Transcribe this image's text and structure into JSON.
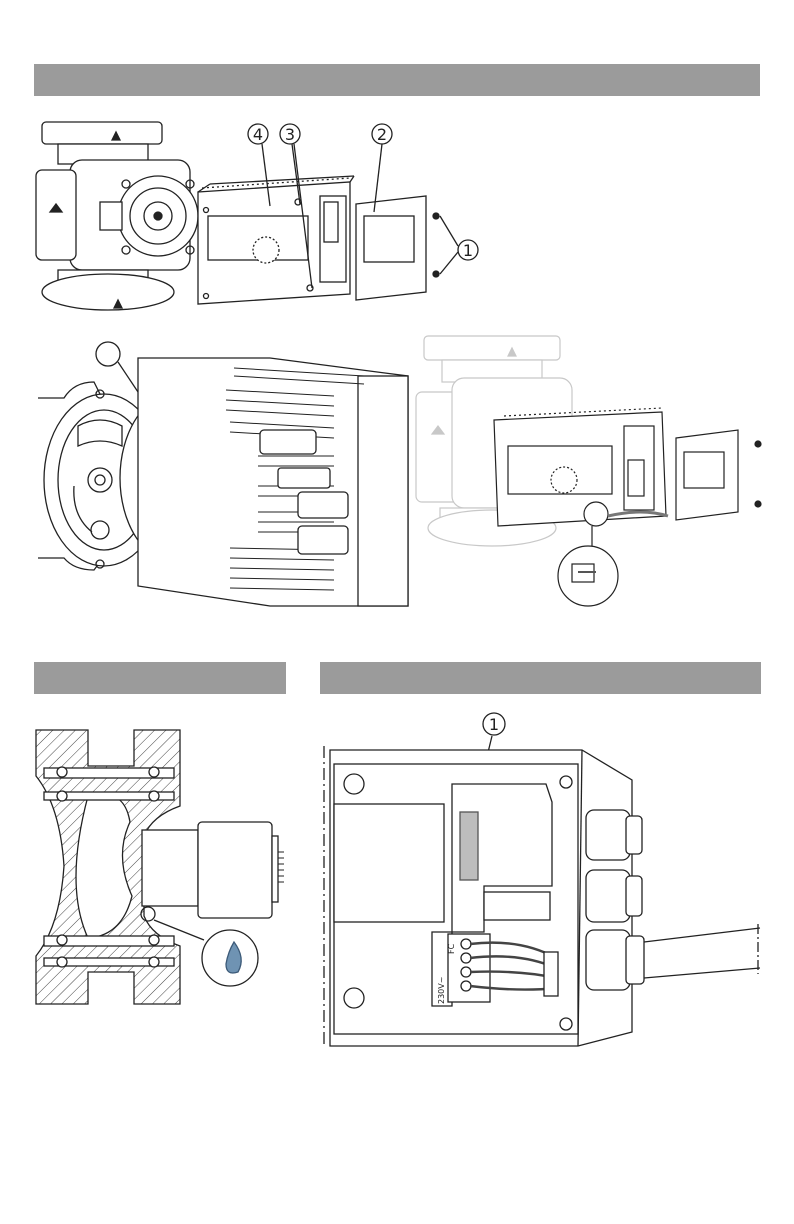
{
  "fig_top_left": {
    "callouts": [
      "4",
      "3",
      "2",
      "1"
    ]
  },
  "fig_connection": {
    "callout": "1",
    "terminal_labels": [
      "FC",
      "230V~"
    ]
  }
}
